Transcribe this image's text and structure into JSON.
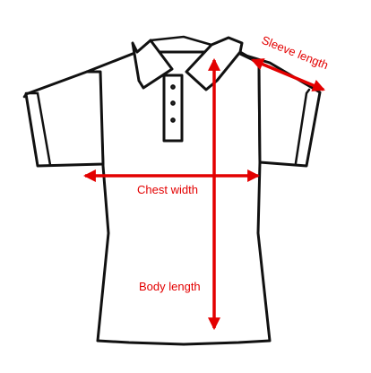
{
  "diagram": {
    "labels": {
      "sleeve_length": "Sleeve length",
      "chest_width": "Chest width",
      "body_length": "Body length"
    },
    "colors": {
      "outline": "#111111",
      "measure": "#e30000",
      "background": "#ffffff"
    }
  }
}
